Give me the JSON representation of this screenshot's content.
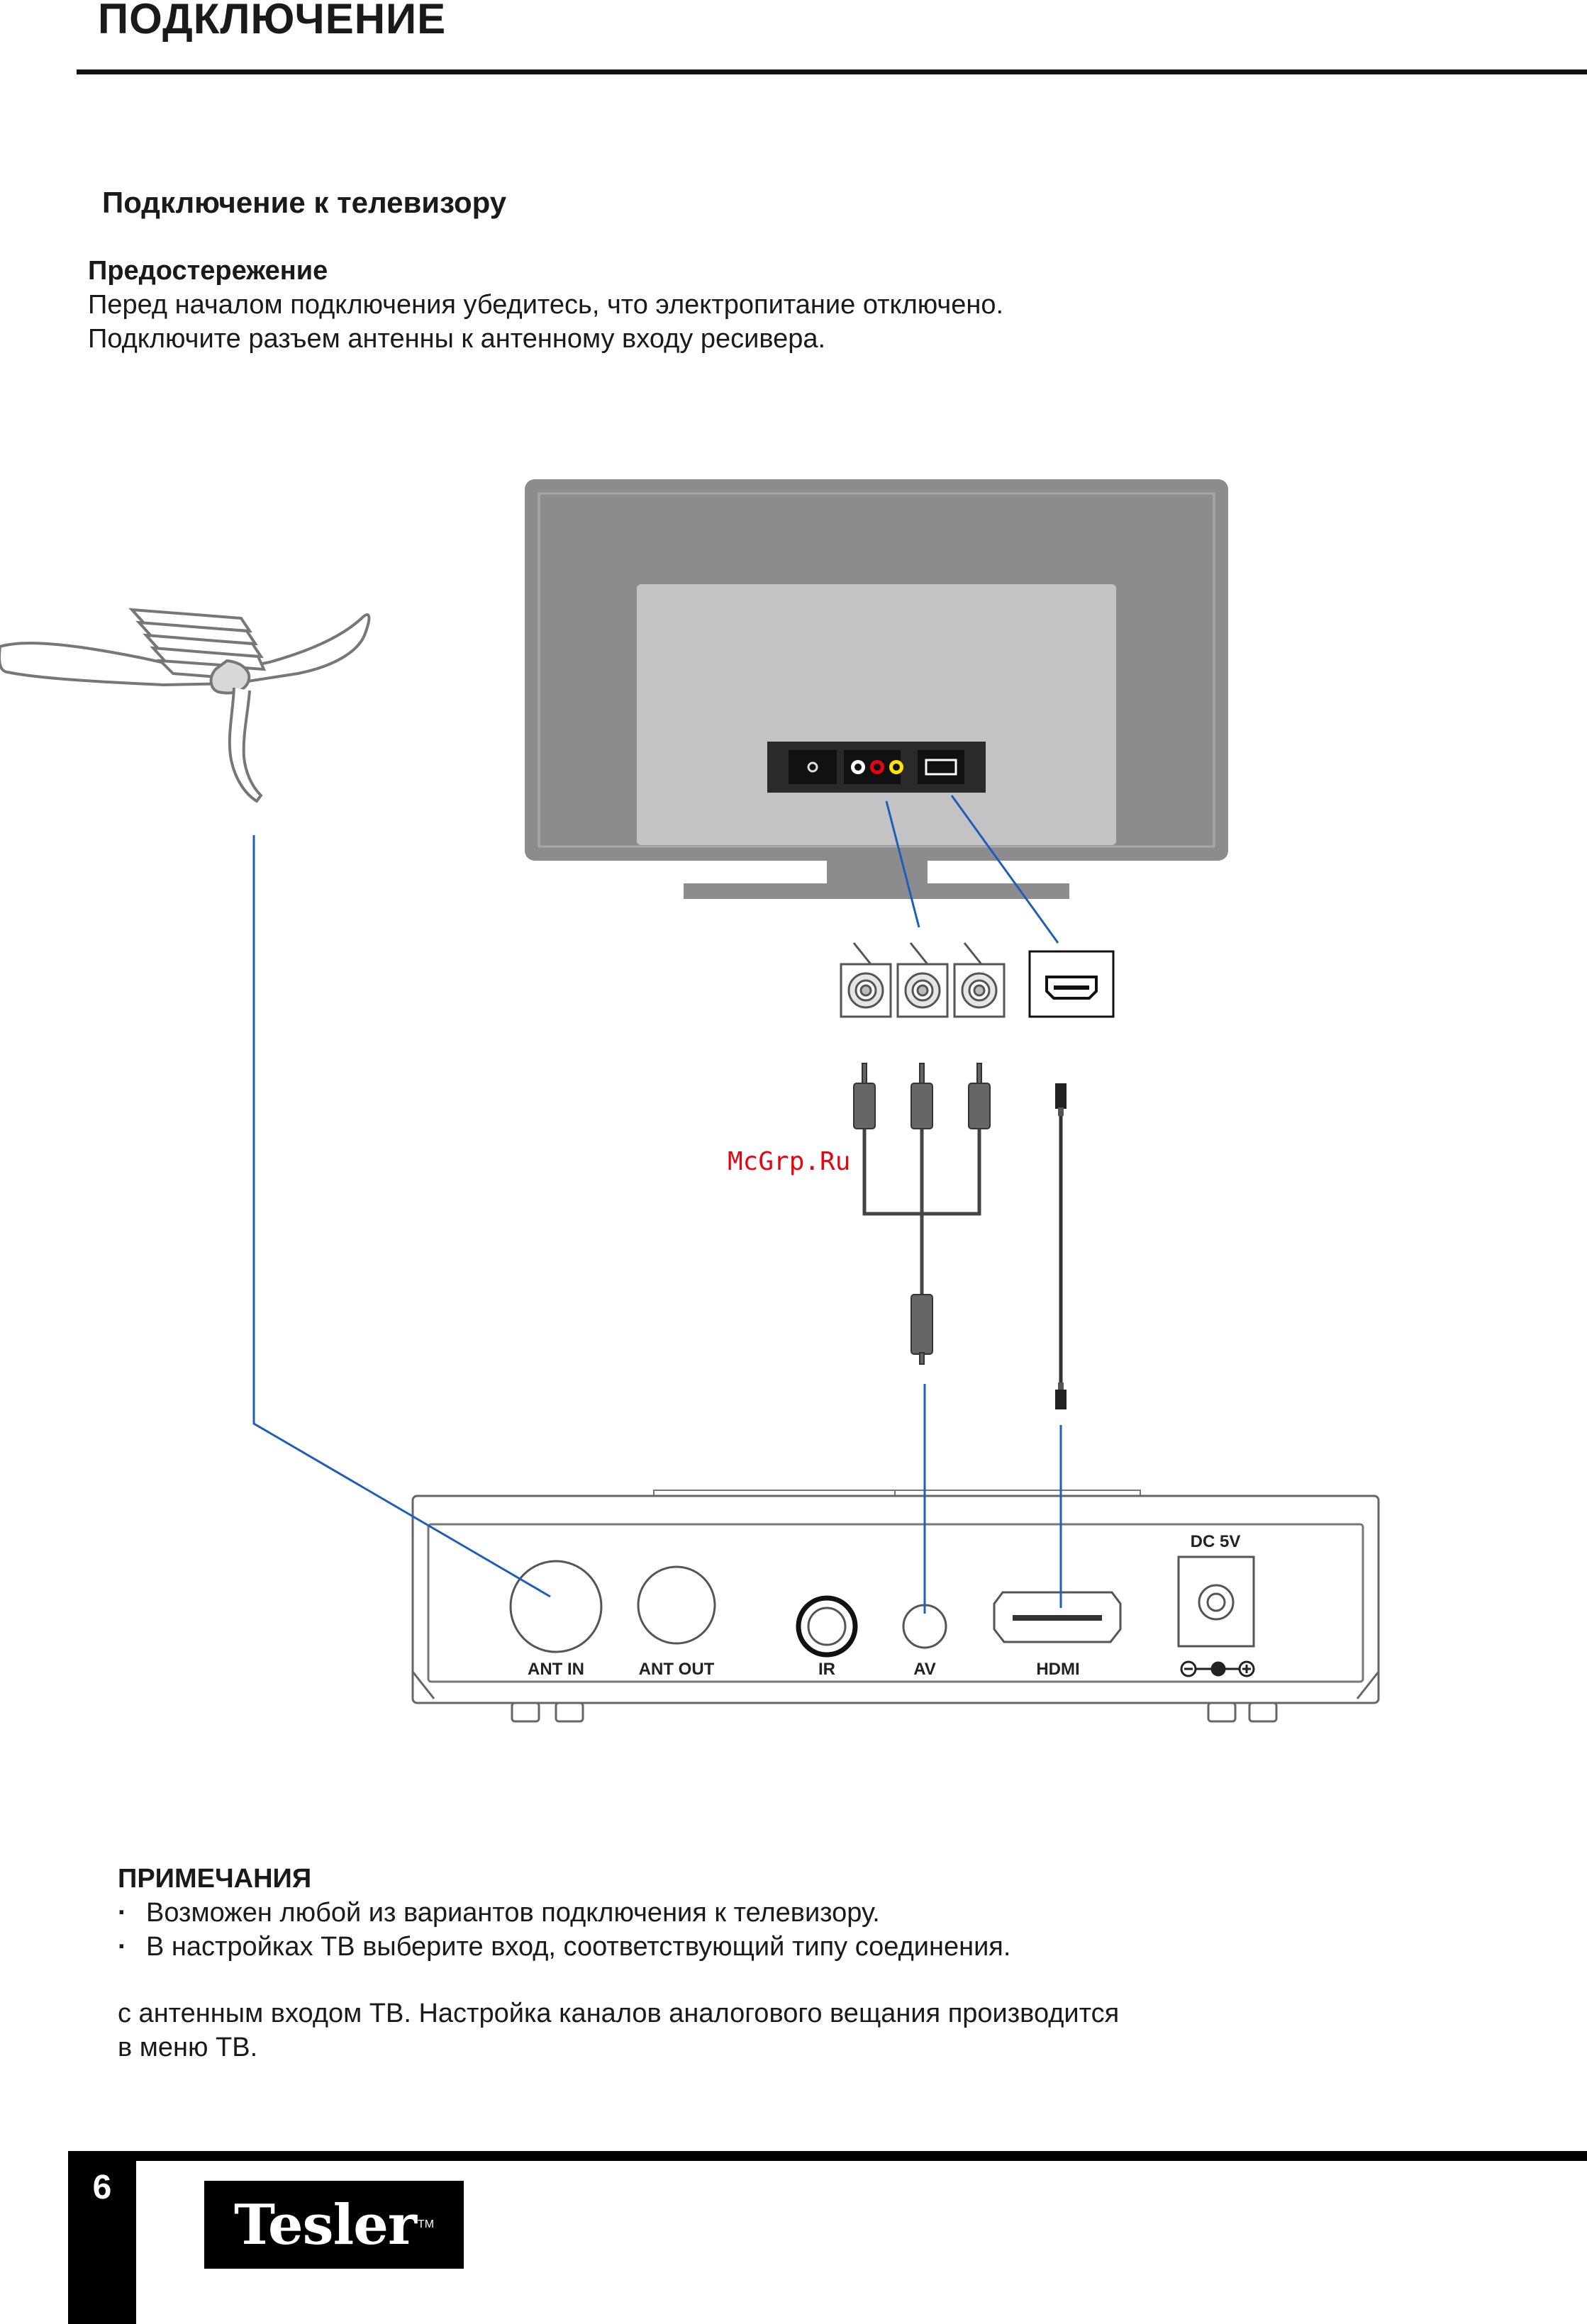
{
  "page": {
    "heading": "ПОДКЛЮЧЕНИЕ",
    "section_title": "Подключение к телевизору",
    "number": "6"
  },
  "caution": {
    "title": "Предостережение",
    "lines": [
      "Перед началом подключения убедитесь, что электропитание отключено.",
      "Подключите разъем антенны к антенному входу ресивера."
    ]
  },
  "diagram": {
    "watermark": "McGrp.Ru",
    "ports": {
      "ant_in": "ANT IN",
      "ant_out": "ANT OUT",
      "ir": "IR",
      "av": "AV",
      "hdmi": "HDMI",
      "dc": "DC  5V"
    },
    "colors": {
      "tv_frame": "#8c8b8d",
      "tv_panel": "#c3c2c4",
      "cable_line": "#1f5fb8",
      "rca_red": "#e30613",
      "rca_yellow": "#ffe500"
    }
  },
  "notes": {
    "title": "ПРИМЕЧАНИЯ",
    "items": [
      "Возможен любой из вариантов подключения к телевизору.",
      "В настройках ТВ выберите вход, соответствующий типу соединения."
    ],
    "extra_lines": [
      "с антенным входом ТВ. Настройка каналов аналогового вещания производится",
      "в меню ТВ."
    ]
  },
  "brand": {
    "logo_text": "Tesler",
    "tm": "TM"
  }
}
